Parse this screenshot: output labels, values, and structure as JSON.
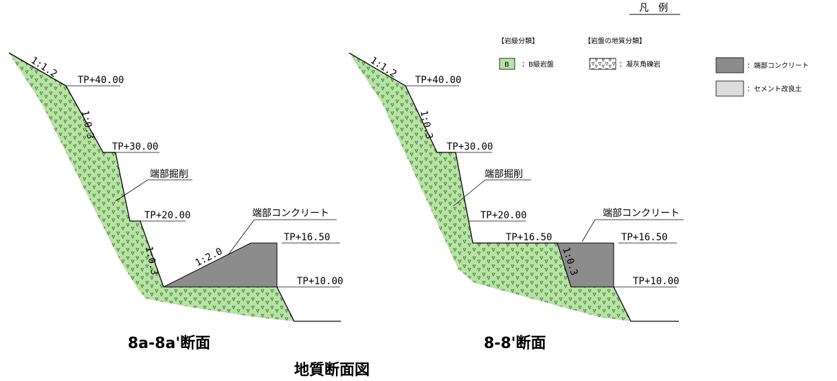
{
  "colors": {
    "rock_fill": "#b7e3a5",
    "rock_texture": "#3b6a2c",
    "concrete": "#8c8c8c",
    "cement": "#dcdcdc",
    "line": "#000000"
  },
  "legend": {
    "title": "凡　例",
    "rock_class_header": "【岩級分類】",
    "geology_header": "【岩盤の地質分類】",
    "rock_class_symbol": "B",
    "rock_class_text": "：B級岩盤",
    "geology_text": "：凝灰角礫岩",
    "concrete_text": "：端部コンクリート",
    "cement_text": "：セメント改良土"
  },
  "sections": [
    {
      "slope_top": "1:1.2",
      "slope_mid": "1:0.3",
      "slope_low": "1:0.3",
      "slope_concrete": "1:2.0",
      "tp40": "TP+40.00",
      "tp30": "TP+30.00",
      "tp20": "TP+20.00",
      "tp165": "TP+16.50",
      "tp10": "TP+10.00",
      "excavation": "端部掘削",
      "concrete": "端部コンクリート",
      "title": "8a-8a'断面"
    },
    {
      "slope_top": "1:1.2",
      "slope_mid": "1:0.3",
      "slope_low": "1:0.3",
      "tp40": "TP+40.00",
      "tp30": "TP+30.00",
      "tp20": "TP+20.00",
      "tp165_left": "TP+16.50",
      "tp165": "TP+16.50",
      "tp10": "TP+10.00",
      "excavation": "端部掘削",
      "concrete": "端部コンクリート",
      "title": "8-8'断面"
    }
  ],
  "main_title": "地質断面図"
}
